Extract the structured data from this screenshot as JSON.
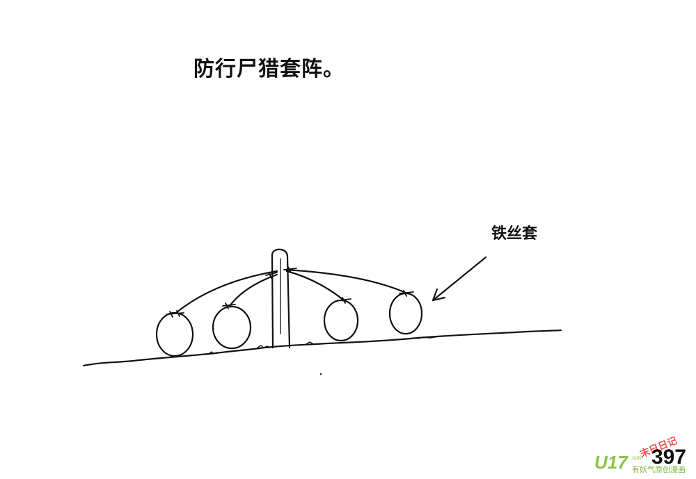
{
  "title": "防行尸猎套阵。",
  "wire_snare_label": "铁丝套",
  "page_number": "397",
  "watermark": {
    "brand": "U17",
    "brand_domain": ".com",
    "slogan": "有妖气原创漫画",
    "stamp_text": "末日日记"
  },
  "colors": {
    "ink": "#111111",
    "watermark_green": "#8bc34a",
    "stamp_red": "#e53935"
  }
}
